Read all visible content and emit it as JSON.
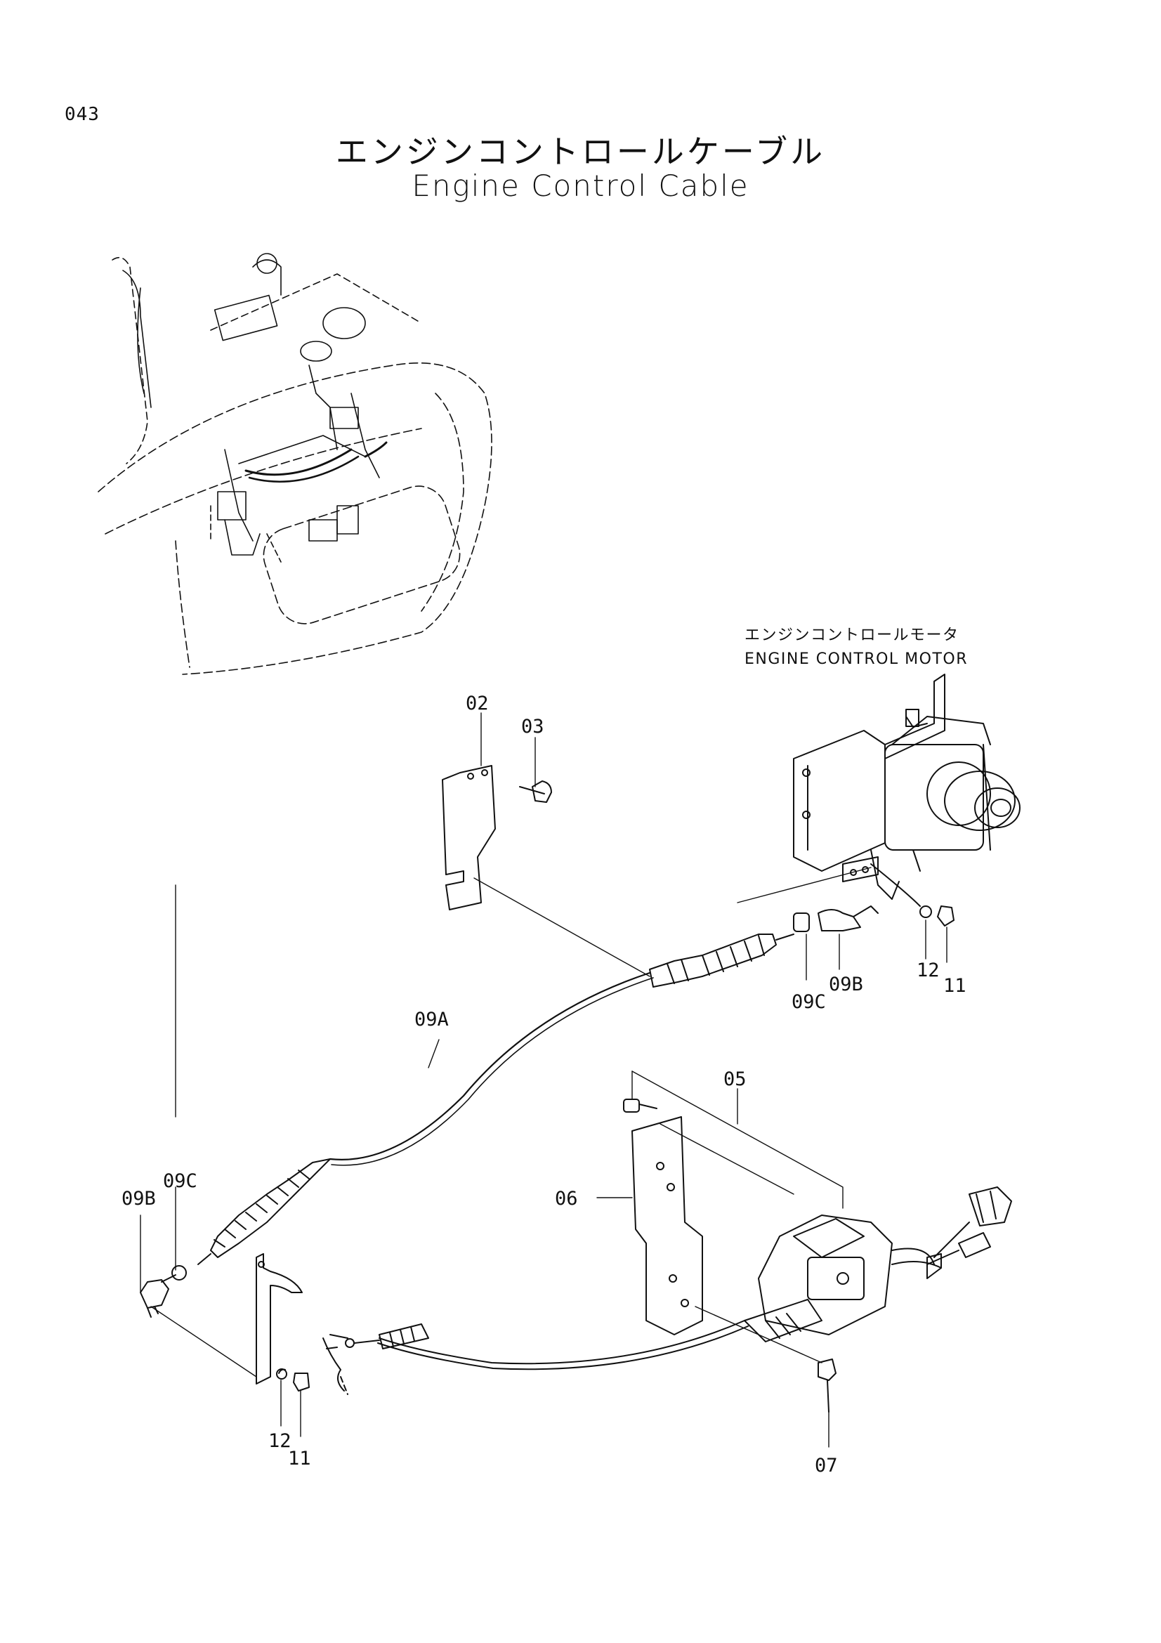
{
  "page_number": "043",
  "title": {
    "japanese": "エンジンコントロールケーブル",
    "english": "Engine Control Cable"
  },
  "motor_label": {
    "japanese": "エンジンコントロールモータ",
    "english": "ENGINE CONTROL MOTOR"
  },
  "callouts": {
    "c02": "02",
    "c03": "03",
    "c09A": "09A",
    "c09B_top": "09B",
    "c09C_top": "09C",
    "c12_top": "12",
    "c11_top": "11",
    "c05": "05",
    "c06": "06",
    "c09C_left": "09C",
    "c09B_left": "09B",
    "c12_bottom": "12",
    "c11_bottom": "11",
    "c07": "07"
  }
}
